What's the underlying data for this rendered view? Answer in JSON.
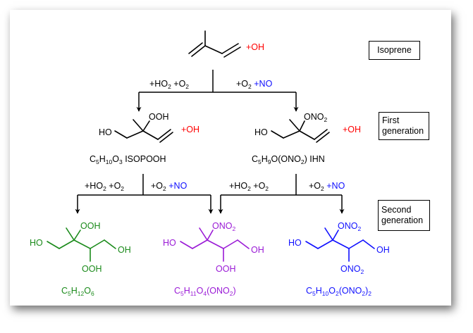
{
  "colors": {
    "black": "#000000",
    "red": "#ff0000",
    "blue": "#1010ff",
    "green": "#1a8a1a",
    "purple": "#9a1ad6"
  },
  "stage_boxes": {
    "isoprene": "Isoprene",
    "first_generation_line1": "First",
    "first_generation_line2": "generation",
    "second_generation_line1": "Second",
    "second_generation_line2": "generation"
  },
  "reagents": {
    "oh": "+OH",
    "ho2": "+HO",
    "o2_a": " +O",
    "o2_b": "+O",
    "no": "+NO"
  },
  "atoms": {
    "ooh": "OOH",
    "ho": "HO",
    "oh": "OH",
    "ono2": "ONO",
    "sub2": "2"
  },
  "formulas": {
    "isopooh": {
      "c": "C",
      "c_sub": "5",
      "h": "H",
      "h_sub": "10",
      "o": "O",
      "o_sub": "3",
      "name": "  ISOPOOH"
    },
    "ihn": {
      "c": "C",
      "c_sub": "5",
      "h": "H",
      "h_sub": "9",
      "o": "O(ONO",
      "o_sub": "2",
      "tail": ") IHN"
    },
    "green": {
      "c": "C",
      "c_sub": "5",
      "h": "H",
      "h_sub": "12",
      "o": "O",
      "o_sub": "6"
    },
    "purple": {
      "c": "C",
      "c_sub": "5",
      "h": "H",
      "h_sub": "11",
      "o": "O",
      "o_sub": "4",
      "mid": "(ONO",
      "mid_sub": "2",
      "tail": ")"
    },
    "blue": {
      "c": "C",
      "c_sub": "5",
      "h": "H",
      "h_sub": "10",
      "o": "O",
      "o_sub": "2",
      "mid": "(ONO",
      "mid_sub": "2",
      "tail": ")",
      "tail_sub": "2"
    }
  }
}
